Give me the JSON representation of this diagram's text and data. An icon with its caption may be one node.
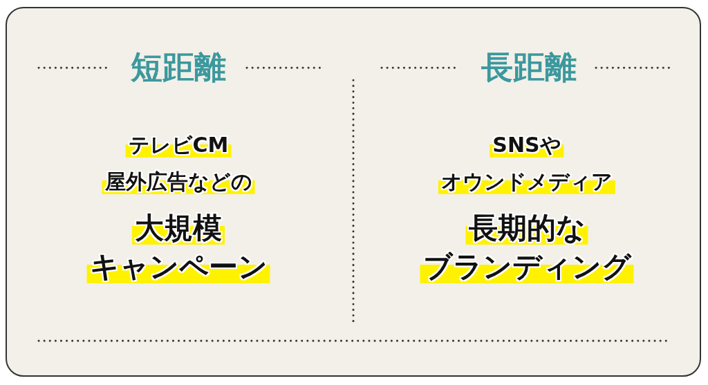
{
  "diagram": {
    "labels": [
      "短距離",
      "長距離",
      "テレビCM",
      "屋外広告などの",
      "大規模",
      "キャンペーン",
      "SNSや",
      "オウンドメディア",
      "長期的な",
      "ブランディング"
    ]
  }
}
